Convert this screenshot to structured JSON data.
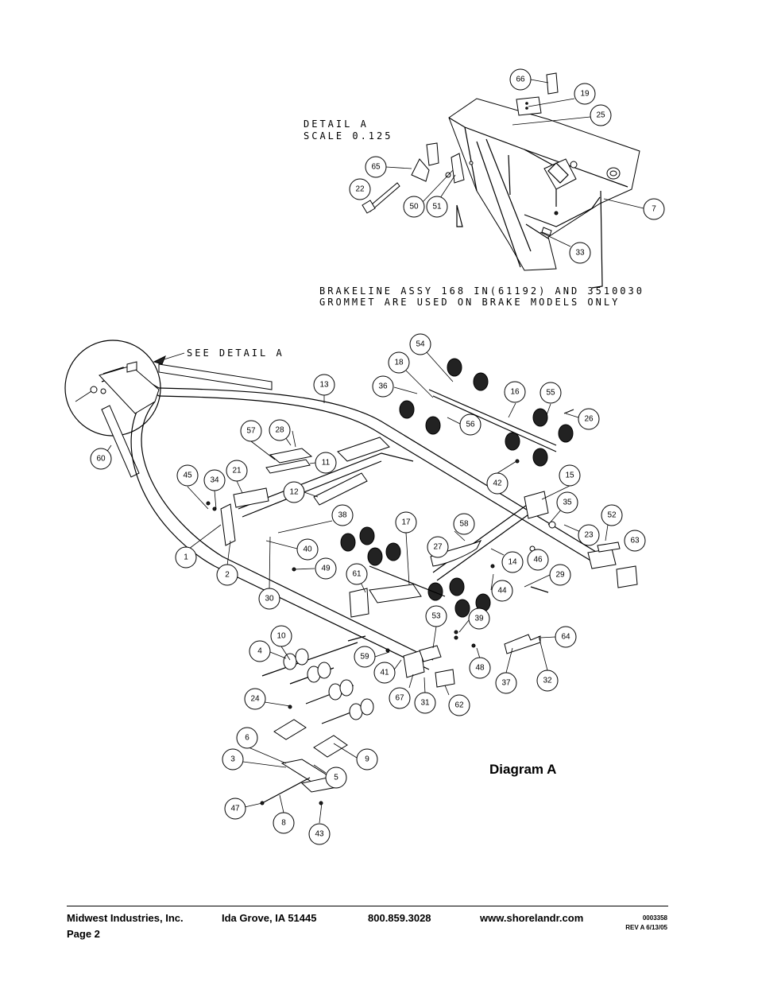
{
  "detail": {
    "title": "DETAIL  A",
    "scale": "SCALE  0.125",
    "note_line1": "BRAKELINE ASSY 168 IN(61192) AND 3510030",
    "note_line2": "GROMMET ARE USED ON BRAKE MODELS ONLY",
    "see_detail": "SEE DETAIL  A"
  },
  "balloons": {
    "b66": "66",
    "b19": "19",
    "b25": "25",
    "b65": "65",
    "b22": "22",
    "b50": "50",
    "b51": "51",
    "b7": "7",
    "b33": "33",
    "b54": "54",
    "b18": "18",
    "b36": "36",
    "b13": "13",
    "b16": "16",
    "b55": "55",
    "b26": "26",
    "b56": "56",
    "b57": "57",
    "b28": "28",
    "b11": "11",
    "b60": "60",
    "b45": "45",
    "b34": "34",
    "b21": "21",
    "b12": "12",
    "b42": "42",
    "b15": "15",
    "b35": "35",
    "b52": "52",
    "b23": "23",
    "b63": "63",
    "b38": "38",
    "b17": "17",
    "b58": "58",
    "b1": "1",
    "b40": "40",
    "b27": "27",
    "b14": "14",
    "b46": "46",
    "b2": "2",
    "b49": "49",
    "b61": "61",
    "b29": "29",
    "b44": "44",
    "b30": "30",
    "b39": "39",
    "b53": "53",
    "b64": "64",
    "b10": "10",
    "b4": "4",
    "b59": "59",
    "b41": "41",
    "b48": "48",
    "b37": "37",
    "b32": "32",
    "b67": "67",
    "b31": "31",
    "b62": "62",
    "b24": "24",
    "b6": "6",
    "b9": "9",
    "b3": "3",
    "b5": "5",
    "b47": "47",
    "b8": "8",
    "b43": "43"
  },
  "diagram_label": "Diagram A",
  "footer": {
    "company": "Midwest Industries, Inc.",
    "page": "Page 2",
    "city": "Ida Grove, IA  51445",
    "phone": "800.859.3028",
    "website": "www.shorelandr.com",
    "doc_number": "0003358",
    "revision": "REV A  6/13/05"
  }
}
